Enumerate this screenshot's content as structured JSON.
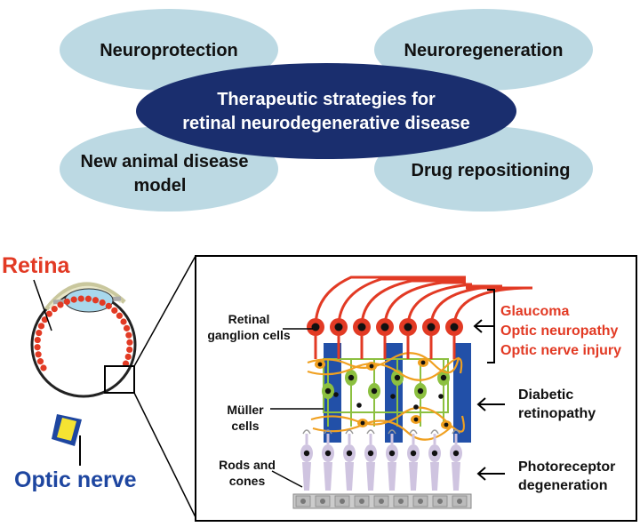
{
  "strategies": {
    "center": {
      "line1": "Therapeutic strategies for",
      "line2": "retinal neurodegenerative disease"
    },
    "items": [
      {
        "lines": [
          "Neuroprotection"
        ]
      },
      {
        "lines": [
          "Neuroregeneration"
        ]
      },
      {
        "lines": [
          "New animal disease",
          "model"
        ]
      },
      {
        "lines": [
          "Drug repositioning"
        ]
      }
    ]
  },
  "eye": {
    "retina_label": "Retina",
    "optic_nerve_label": "Optic nerve"
  },
  "retina_layers": {
    "ganglion": {
      "line1": "Retinal",
      "line2": "ganglion cells"
    },
    "muller": {
      "line1": "Müller",
      "line2": "cells"
    },
    "rods": {
      "line1": "Rods and",
      "line2": "cones"
    }
  },
  "diseases": {
    "ganglion": [
      "Glaucoma",
      "Optic neuropathy",
      "Optic nerve injury"
    ],
    "diabetic": [
      "Diabetic",
      "retinopathy"
    ],
    "photoreceptor": [
      "Photoreceptor",
      "degeneration"
    ]
  },
  "colors": {
    "center_ellipse": "#1a2e6e",
    "strategy_ellipse": "#bcd9e3",
    "retina_red": "#e23a24",
    "optic_blue": "#1e46a0",
    "muller_blue": "#2250a8",
    "muller_green": "#8cc040",
    "glia_orange": "#f0a020",
    "photoreceptor": "#cfc4e0",
    "text_dark": "#111111"
  }
}
